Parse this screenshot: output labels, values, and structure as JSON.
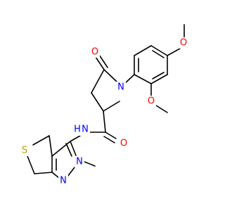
{
  "colors": {
    "background": "#ffffff",
    "bond": "#000000",
    "oxygen": "#ff0000",
    "nitrogen": "#0000ff",
    "sulfur": "#b8a000",
    "carbon_text": "#000000"
  },
  "atoms": {
    "o_methoxy_top": {
      "text": "O",
      "element": "oxygen"
    },
    "o_methoxy_ortho": {
      "text": "O",
      "element": "oxygen"
    },
    "n_pyrrolidinone": {
      "text": "N",
      "element": "nitrogen"
    },
    "o_lactam": {
      "text": "O",
      "element": "oxygen"
    },
    "o_amide": {
      "text": "O",
      "element": "oxygen"
    },
    "n_amide": {
      "text": "N",
      "element": "nitrogen"
    },
    "h_amide": {
      "text": "H",
      "element": "nitrogen"
    },
    "n_pyrazole_2": {
      "text": "N",
      "element": "nitrogen"
    },
    "n_pyrazole_1": {
      "text": "N",
      "element": "nitrogen"
    },
    "s_thieno": {
      "text": "S",
      "element": "sulfur"
    }
  }
}
